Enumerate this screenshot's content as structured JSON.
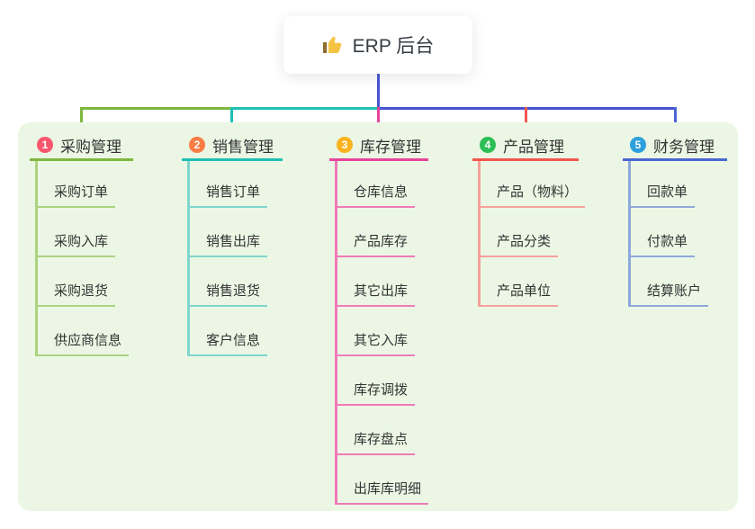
{
  "root": {
    "label": "ERP 后台",
    "icon": "thumbs-up-icon"
  },
  "colors": {
    "panel_background": "#ebf7e4",
    "root_connector": "#4753cf"
  },
  "branches": [
    {
      "badge": "1",
      "label": "采购管理",
      "badge_color": "#f8566e",
      "line_color": "#7db83e",
      "child_line_color": "#abd37f",
      "children": [
        "采购订单",
        "采购入库",
        "采购退货",
        "供应商信息"
      ]
    },
    {
      "badge": "2",
      "label": "销售管理",
      "badge_color": "#f97d45",
      "line_color": "#1fbfb4",
      "child_line_color": "#7fd6cd",
      "children": [
        "销售订单",
        "销售出库",
        "销售退货",
        "客户信息"
      ]
    },
    {
      "badge": "3",
      "label": "库存管理",
      "badge_color": "#f9b220",
      "line_color": "#e8449c",
      "child_line_color": "#f07ab8",
      "children": [
        "仓库信息",
        "产品库存",
        "其它出库",
        "其它入库",
        "库存调拨",
        "库存盘点",
        "出库库明细"
      ]
    },
    {
      "badge": "4",
      "label": "产品管理",
      "badge_color": "#2dbf56",
      "line_color": "#f2574f",
      "child_line_color": "#f7a09b",
      "children": [
        "产品（物料）",
        "产品分类",
        "产品单位"
      ]
    },
    {
      "badge": "5",
      "label": "财务管理",
      "badge_color": "#2ca0dc",
      "line_color": "#4a66d2",
      "child_line_color": "#8ea8dd",
      "children": [
        "回款单",
        "付款单",
        "结算账户"
      ]
    }
  ]
}
